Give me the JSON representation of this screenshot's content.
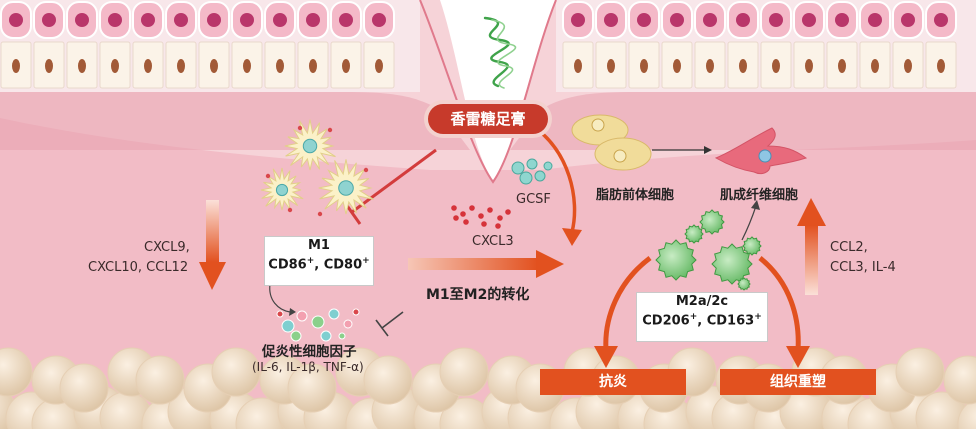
{
  "colors": {
    "bg_pink": "#f5cdd4",
    "tissue_pink": "#f0b8c2",
    "deep_pink": "#df6f82",
    "cell_pink": "#f4b9c8",
    "nucleus": "#a25a37",
    "fat_cell": "#f0dcc3",
    "orange": "#e2511f",
    "pill_red": "#c73a2b",
    "text_dark": "#3a2a2a"
  },
  "labels": {
    "drug_name": "香雷糖足膏",
    "gcsf": "GCSF",
    "cxcl3": "CXCL3",
    "chemokines_left_1": "CXCL9,",
    "chemokines_left_2": "CXCL10, CCL12",
    "m1_title": "M1",
    "m1_markers_a": "CD86",
    "m1_markers_sep": ", CD80",
    "plus": "+",
    "pro_inflammatory": "促炎性细胞因子",
    "pro_inflammatory_list": "(IL-6, IL-1β, TNF-α)",
    "m1_to_m2": "M1至M2的转化",
    "preadipocyte": "脂肪前体细胞",
    "myofibroblast": "肌成纤维细胞",
    "ccl_right_1": "CCL2,",
    "ccl_right_2": "CCL3, IL-4",
    "m2_title": "M2a/2c",
    "m2_markers_a": "CD206",
    "m2_markers_sep": ", CD163",
    "anti_inflammatory": "抗炎",
    "tissue_remodeling": "组织重塑"
  }
}
